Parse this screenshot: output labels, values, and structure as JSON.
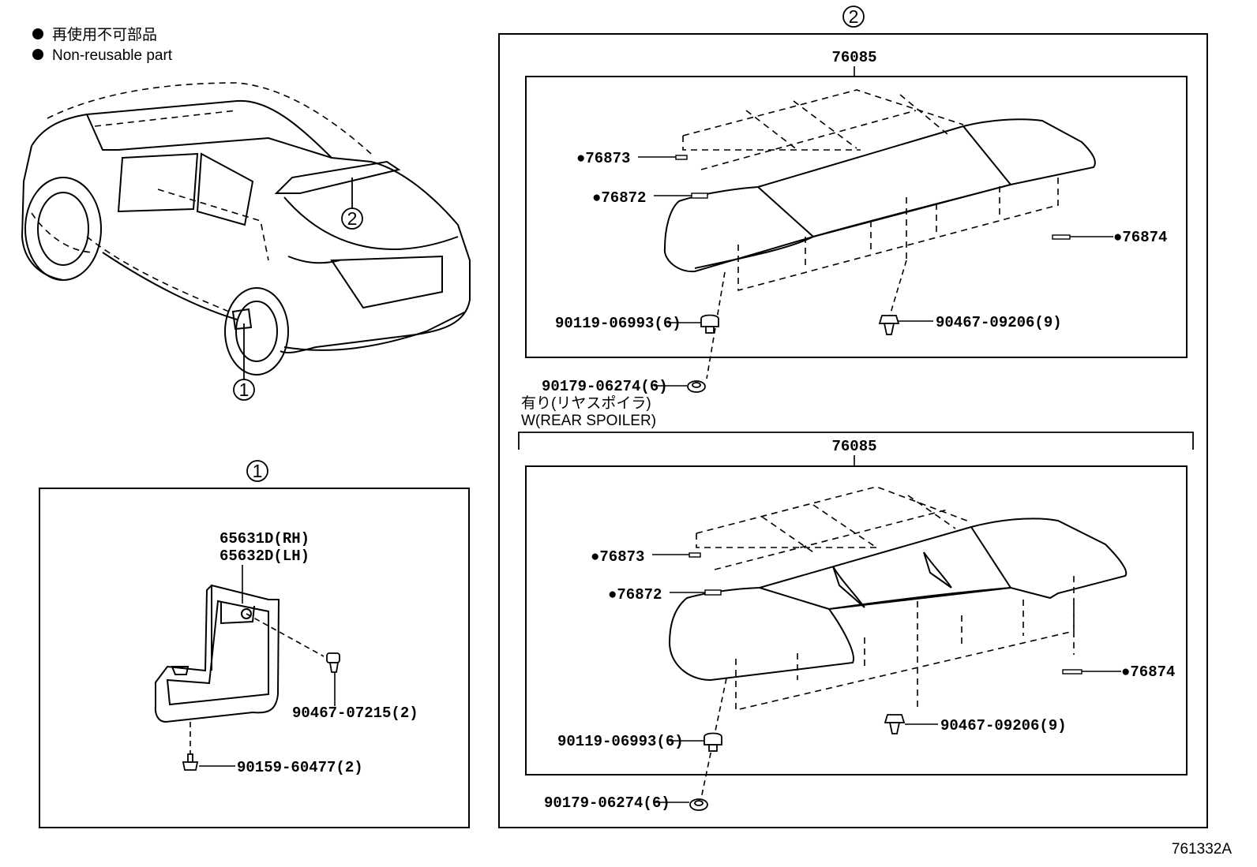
{
  "legend": {
    "line1": "再使用不可部品",
    "line2": "Non-reusable part"
  },
  "markers": {
    "m1": "1",
    "m2": "2"
  },
  "section1": {
    "part_rh": "65631D(RH)",
    "part_lh": "65632D(LH)",
    "clip": "90467-07215(2)",
    "screw": "90159-60477(2)"
  },
  "section2a": {
    "assembly": "76085",
    "tape_a": "76873",
    "tape_b": "76872",
    "tape_c": "76874",
    "clip_a": "90119-06993(6)",
    "clip_b": "90467-09206(9)",
    "nut": "90179-06274(6)"
  },
  "condition": {
    "jp": "有り(リヤスポイラ)",
    "en": "W(REAR SPOILER)"
  },
  "section2b": {
    "assembly": "76085",
    "tape_a": "76873",
    "tape_b": "76872",
    "tape_c": "76874",
    "clip_a": "90119-06993(6)",
    "clip_b": "90467-09206(9)",
    "nut": "90179-06274(6)"
  },
  "drawing_id": "761332A"
}
